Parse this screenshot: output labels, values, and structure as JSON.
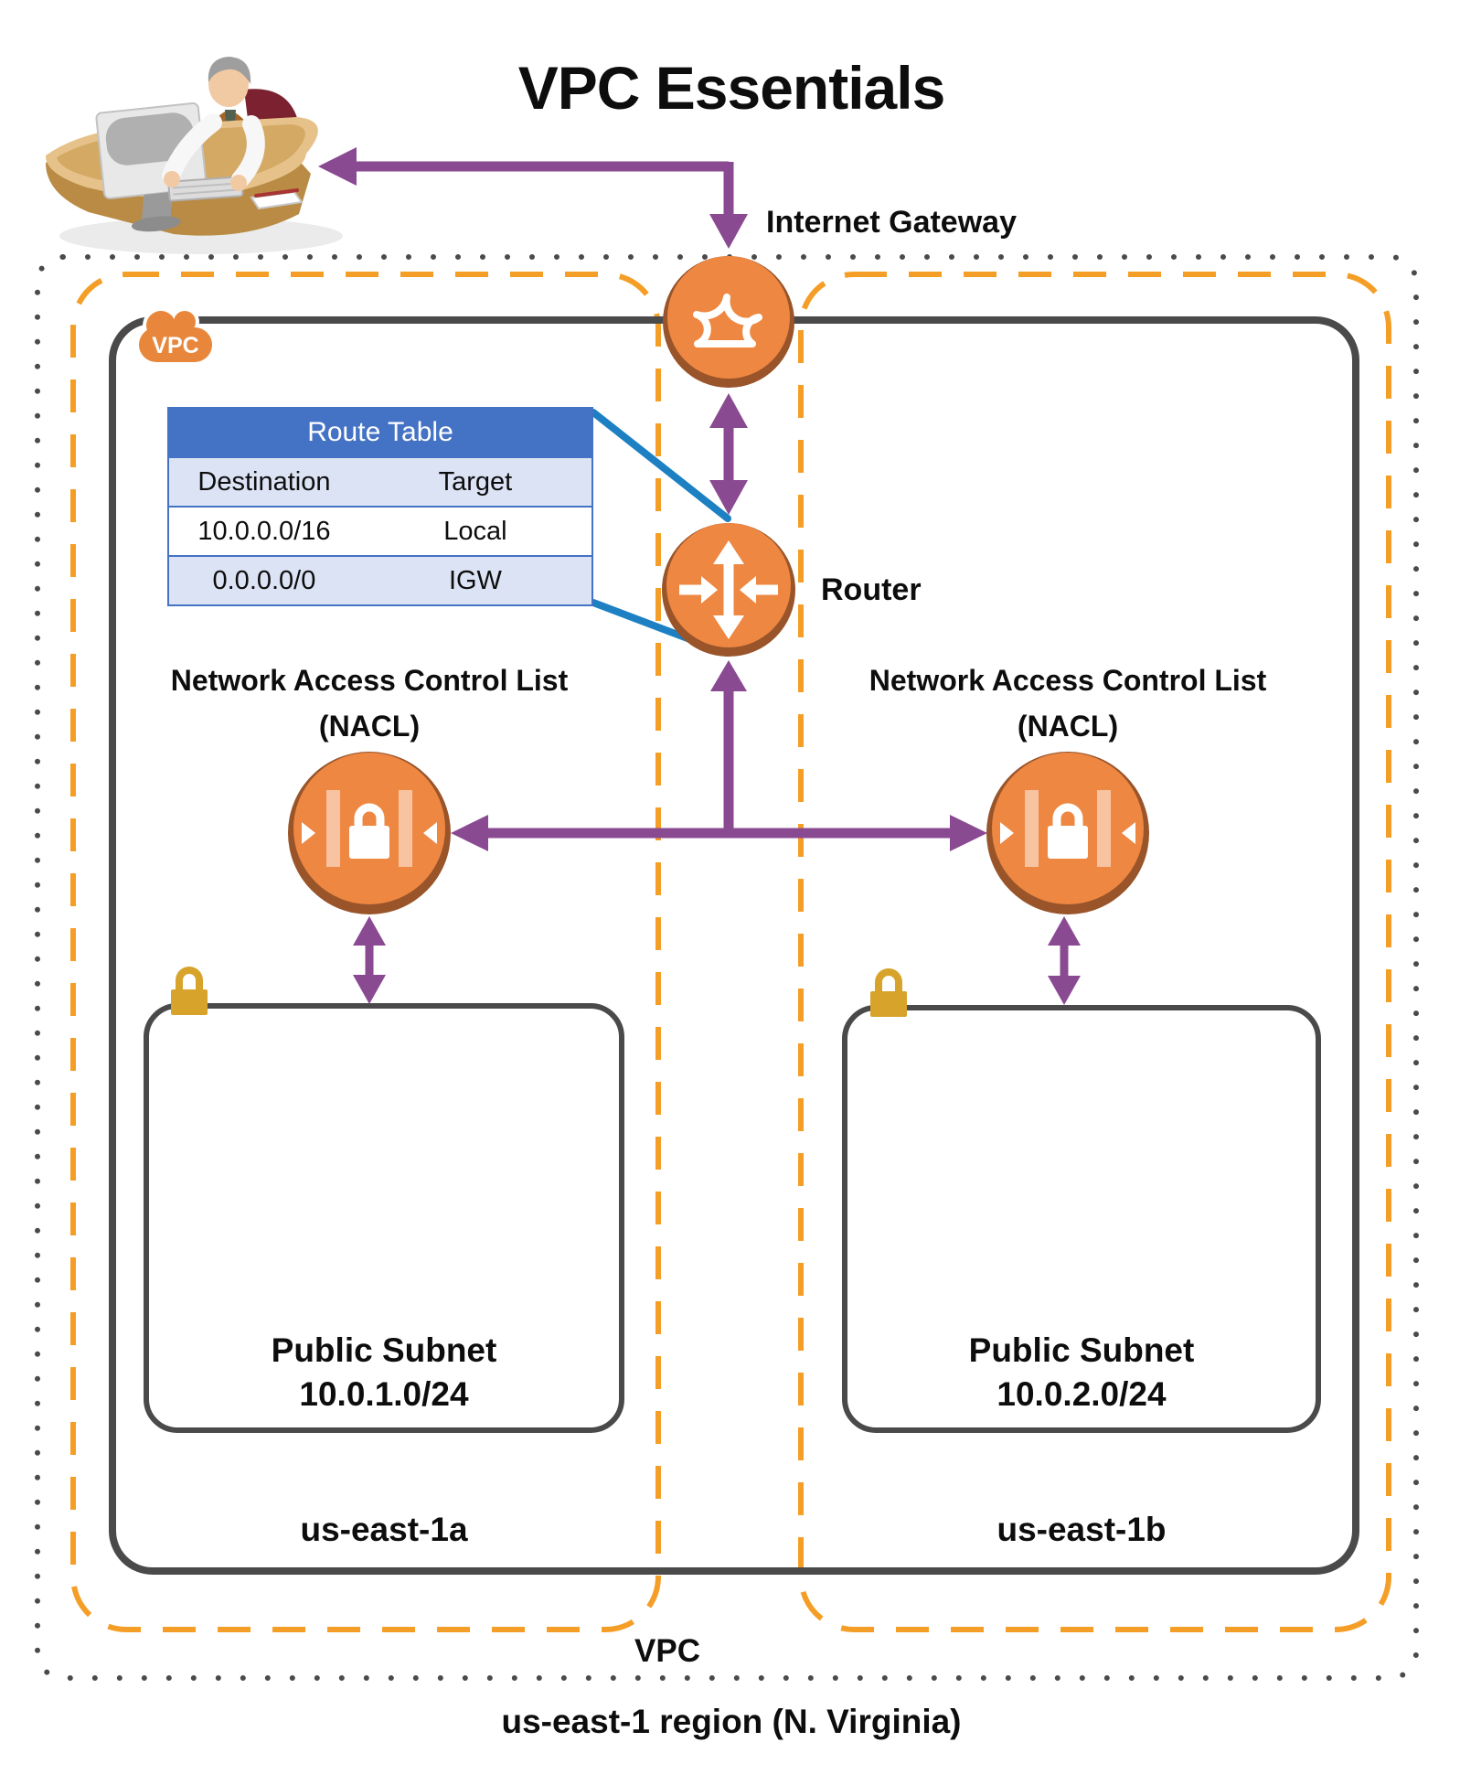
{
  "title": "VPC Essentials",
  "internet_gateway": {
    "label": "Internet Gateway"
  },
  "router": {
    "label": "Router"
  },
  "route_table": {
    "title": "Route Table",
    "columns": [
      "Destination",
      "Target"
    ],
    "rows": [
      [
        "10.0.0.0/16",
        "Local"
      ],
      [
        "0.0.0.0/0",
        "IGW"
      ]
    ]
  },
  "nacl": {
    "title_line1": "Network Access Control List",
    "title_line2": "(NACL)"
  },
  "subnet_left": {
    "name": "Public Subnet",
    "cidr": "10.0.1.0/24"
  },
  "subnet_right": {
    "name": "Public Subnet",
    "cidr": "10.0.2.0/24"
  },
  "az_left": {
    "label": "us-east-1a"
  },
  "az_right": {
    "label": "us-east-1b"
  },
  "vpc": {
    "badge": "VPC",
    "label": "VPC"
  },
  "region": {
    "label": "us-east-1 region (N. Virginia)"
  },
  "colors": {
    "icon_orange": "#EE8742",
    "icon_rim_brown": "#99542A",
    "az_dashed_orange": "#F59E27",
    "arrow_purple": "#8A4A92",
    "callout_blue": "#1C80C3",
    "boundary_gray": "#4A4A4A",
    "table_header_blue": "#4472C4",
    "table_alt_row": "#DCE3F5",
    "lock_gold": "#D7A32B"
  }
}
